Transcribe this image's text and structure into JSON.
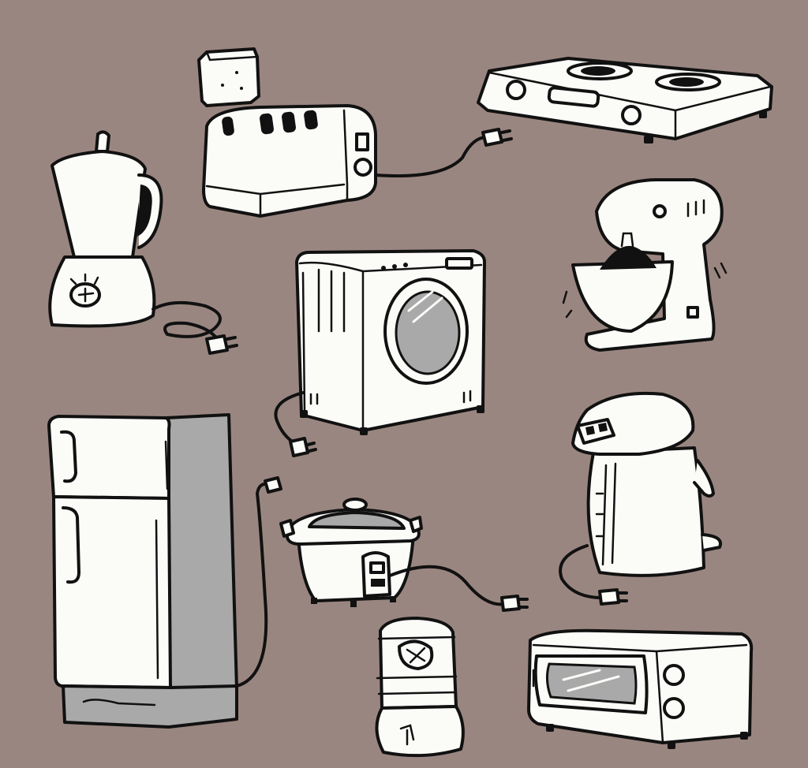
{
  "scene": {
    "background_color": "#9a8680",
    "fill_color": "#fbfbf8",
    "outline_color": "#111111",
    "shade_color": "#a9a9a9",
    "items": [
      {
        "name": "toast-slice",
        "icon": "toast-icon"
      },
      {
        "name": "toaster",
        "icon": "toaster-icon"
      },
      {
        "name": "gas-stove",
        "icon": "gas-stove-icon"
      },
      {
        "name": "blender",
        "icon": "blender-icon"
      },
      {
        "name": "stand-mixer",
        "icon": "stand-mixer-icon"
      },
      {
        "name": "washing-machine",
        "icon": "washing-machine-icon"
      },
      {
        "name": "refrigerator",
        "icon": "refrigerator-icon"
      },
      {
        "name": "rice-cooker",
        "icon": "rice-cooker-icon"
      },
      {
        "name": "electric-water-boiler",
        "icon": "water-boiler-icon"
      },
      {
        "name": "food-steamer",
        "icon": "steamer-icon"
      },
      {
        "name": "microwave-oven",
        "icon": "microwave-icon"
      }
    ]
  }
}
